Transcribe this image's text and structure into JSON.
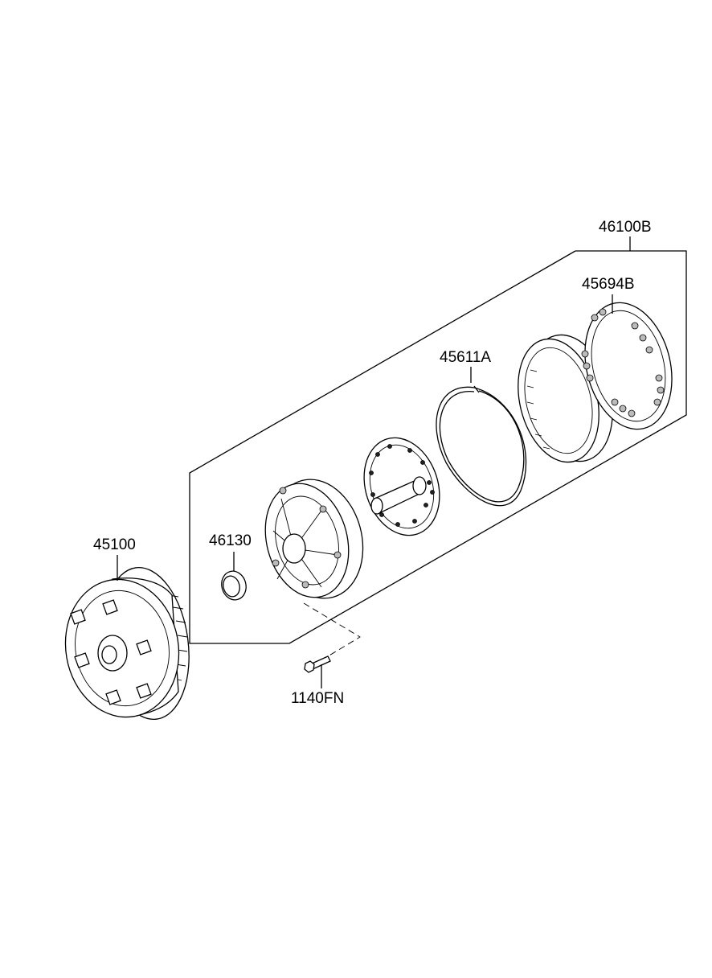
{
  "diagram": {
    "parts": [
      {
        "id": "p_46100B",
        "label": "46100B"
      },
      {
        "id": "p_45694B",
        "label": "45694B"
      },
      {
        "id": "p_45611A",
        "label": "45611A"
      },
      {
        "id": "p_46130",
        "label": "46130"
      },
      {
        "id": "p_45100",
        "label": "45100"
      },
      {
        "id": "p_1140FN",
        "label": "1140FN"
      }
    ]
  }
}
